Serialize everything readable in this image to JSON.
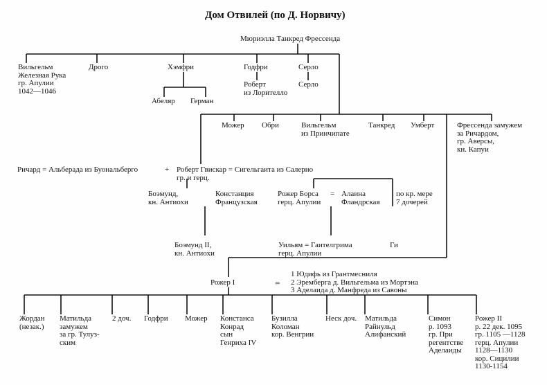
{
  "title": "Дом Отвилей (по Д. Норвичу)",
  "root": "Мюриэлла Танкред Фрессенда",
  "gen1a": {
    "wilhelm": "Вильгельм\nЖелезная Рука\nгр. Апулии\n1042—1046",
    "drogo": "Дрого",
    "humphrey": "Хэмфри",
    "godfrey": "Годфри",
    "serlo": "Серло"
  },
  "gen2a": {
    "abelard": "Абеляр",
    "herman": "Герман",
    "robert_lor": "Роберт\nиз Лорителло",
    "serlo2": "Серло"
  },
  "gen1b": {
    "mauger": "Можер",
    "aubrey": "Обри",
    "wilhelm_pr": "Вильгельм\nиз Принчипате",
    "tancred": "Танкред",
    "humbert": "Умберт",
    "fressenda": "Фрессенда замужем\nза Ричардом,\nгр. Аверсы,\nкн. Капуи"
  },
  "guiscard": {
    "richard": "Ричард = Альберада из Буональберго",
    "plus": "+",
    "robert": "Роберт Гвискар = Сигельгаита из Салерно\nгр. и герц."
  },
  "gen3": {
    "bohemond": "Боэмунд,\nкн. Антиохи",
    "constance": "Констанция\nФранцузская",
    "roger_borsa": "Рожер Борса\nгерц. Апулии",
    "eq": "=",
    "alaina": "Алаина\nФландрская",
    "daughters": "по кр. мере\n7 дочерей"
  },
  "gen4": {
    "bohemond2": "Боэмунд II,\nкн. Антиохи",
    "william": "Уильям = Гаителгрима\nгерц. Апулии",
    "gi": "Ги"
  },
  "roger": {
    "name": "Рожер I",
    "eq": "=",
    "wives": "1 Юдифь из Грантмесниля\n2 Эремберга д. Вильгельма из Мортэна\n3 Аделаида д. Манфреда из Савоны"
  },
  "children": {
    "jordan": "Жордан\n(незак.)",
    "matilda": "Матильда\nзамужем\nза гр. Тулуз-\nским",
    "two_daughters": "2 доч.",
    "godfrey2": "Годфри",
    "mauger2": "Можер",
    "constance2": "Констанса\nКонрад\nсын\nГенриха IV",
    "busilla": "Бузилла\nКоломан\nкор. Венгрии",
    "unk_daughter": "Неск доч.",
    "matilda2": "Матильда\nРайнульд\nАлифанский",
    "simon": "Симон\nр. 1093\nгр. При\nрегентстве\nАделаиды",
    "roger2": "Рожер II\nр. 22 дек. 1095\nгр. 1105 —1128\nгерц. Апулии\n1128—1130\nкор. Сицилии\n1130-1154"
  }
}
